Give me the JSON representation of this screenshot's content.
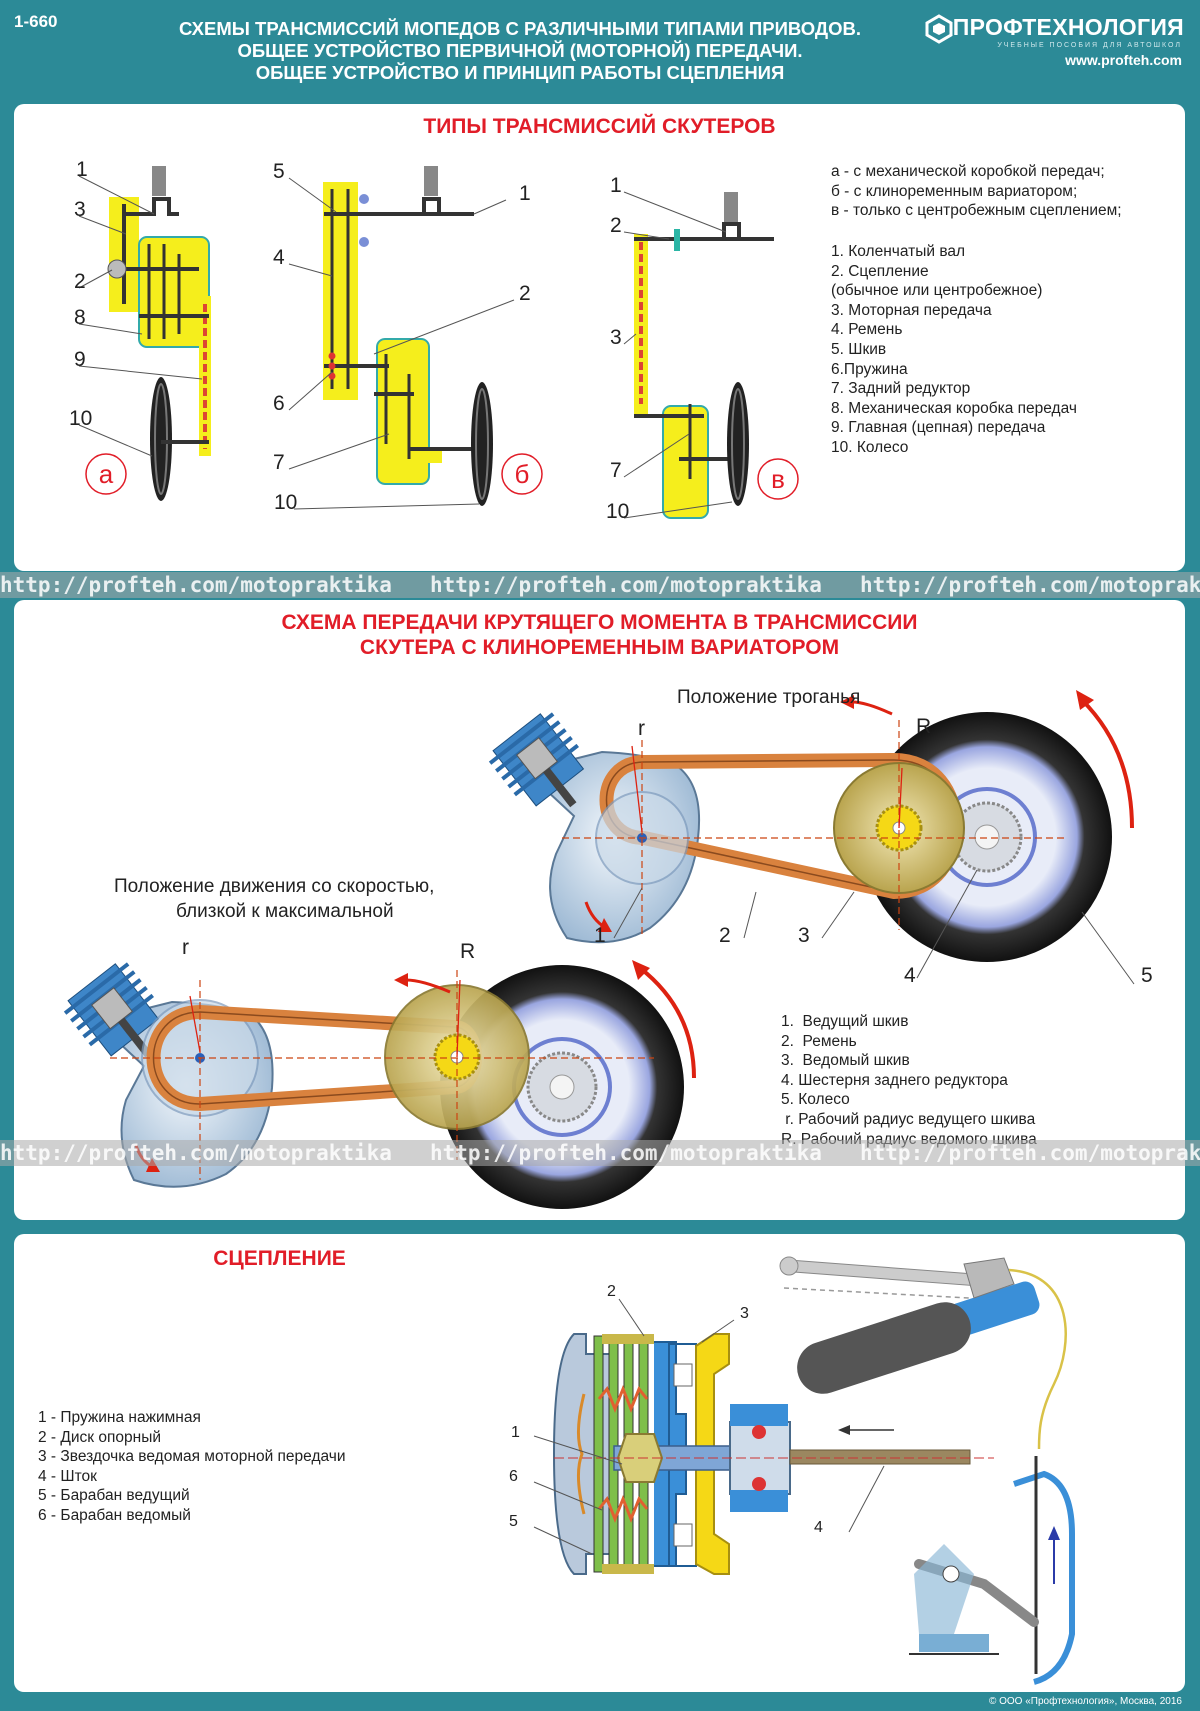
{
  "header": {
    "code": "1-660",
    "title_lines": [
      "СХЕМЫ ТРАНСМИССИЙ МОПЕДОВ С РАЗЛИЧНЫМИ ТИПАМИ ПРИВОДОВ.",
      "ОБЩЕЕ УСТРОЙСТВО ПЕРВИЧНОЙ (МОТОРНОЙ) ПЕРЕДАЧИ.",
      "ОБЩЕЕ УСТРОЙСТВО И ПРИНЦИП РАБОТЫ СЦЕПЛЕНИЯ"
    ],
    "logo_name": "ПРОФТЕХНОЛОГИЯ",
    "logo_sub": "УЧЕБНЫЕ ПОСОБИЯ ДЛЯ АВТОШКОЛ",
    "logo_url": "www.profteh.com"
  },
  "watermark": "http://profteh.com/motopraktika",
  "section1": {
    "title": "ТИПЫ ТРАНСМИССИЙ СКУТЕРОВ",
    "legend_types": [
      "а - с механической коробкой передач;",
      "б - с клиноременным вариатором;",
      "в - только с центробежным сцеплением;"
    ],
    "legend_items": [
      "1. Коленчатый вал",
      "2. Сцепление",
      "(обычное или центробежное)",
      "3. Моторная передача",
      "4. Ремень",
      "5. Шкив",
      "6.Пружина",
      "7. Задний редуктор",
      "8. Механическая коробка передач",
      "9. Главная (цепная) передача",
      "10. Колесо"
    ],
    "diagram_a": {
      "letter": "а",
      "labels": [
        "1",
        "3",
        "2",
        "8",
        "9",
        "10"
      ]
    },
    "diagram_b": {
      "letter": "б",
      "labels": [
        "5",
        "1",
        "4",
        "2",
        "6",
        "7",
        "10"
      ]
    },
    "diagram_c": {
      "letter": "в",
      "labels": [
        "1",
        "2",
        "3",
        "7",
        "10"
      ]
    }
  },
  "section2": {
    "title_lines": [
      "СХЕМА ПЕРЕДАЧИ КРУТЯЩЕГО МОМЕНТА В ТРАНСМИССИИ",
      "СКУТЕРА С КЛИНОРЕМЕННЫМ ВАРИАТОРОМ"
    ],
    "start_position": "Положение троганья",
    "speed_position_lines": [
      "Положение движения со скоростью,",
      "близкой к максимальной"
    ],
    "top_labels": {
      "r": "r",
      "R": "R",
      "n1": "1",
      "n2": "2",
      "n3": "3",
      "n4": "4",
      "n5": "5"
    },
    "bottom_labels": {
      "r": "r",
      "R": "R"
    },
    "legend": [
      "1.  Ведущий шкив",
      "2.  Ремень",
      "3.  Ведомый шкив",
      "4. Шестерня заднего редуктора",
      "5. Колесо",
      " r. Рабочий радиус ведущего шкива",
      "R. Рабочий радиус ведомого шкива"
    ]
  },
  "section3": {
    "title": "СЦЕПЛЕНИЕ",
    "legend": [
      "1 - Пружина нажимная",
      "2 - Диск опорный",
      "3 - Звездочка ведомая моторной передачи",
      "4 - Шток",
      "5 - Барабан ведущий",
      "6 - Барабан ведомый"
    ],
    "labels": {
      "n1": "1",
      "n2": "2",
      "n3": "3",
      "n4": "4",
      "n5": "5",
      "n6": "6"
    }
  },
  "footer": "© ООО «Профтехнология», Москва, 2016",
  "colors": {
    "background": "#2c8a97",
    "title_red": "#e11d28",
    "highlight_yellow": "#f5ee1c",
    "belt": "#d9823e"
  }
}
